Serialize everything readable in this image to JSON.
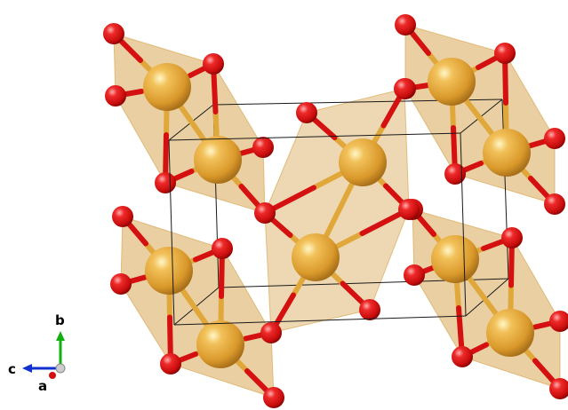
{
  "colors": {
    "background": "#ffffff",
    "metal_atom": "#e6a832",
    "oxygen_atom": "#e81818",
    "polyhedron": "#d9a856",
    "bond_metal": "#e0a83a",
    "bond_oxygen": "#d41010",
    "cell_edge": "#1a1a1a",
    "axis_a": "#d41010",
    "axis_b": "#10b010",
    "axis_c": "#1030d0"
  },
  "axes": {
    "a_label": "a",
    "b_label": "b",
    "c_label": "c"
  },
  "legend_icons": [
    "metal-atom-icon",
    "oxygen-atom-icon",
    "coordination-polyhedron-icon"
  ]
}
